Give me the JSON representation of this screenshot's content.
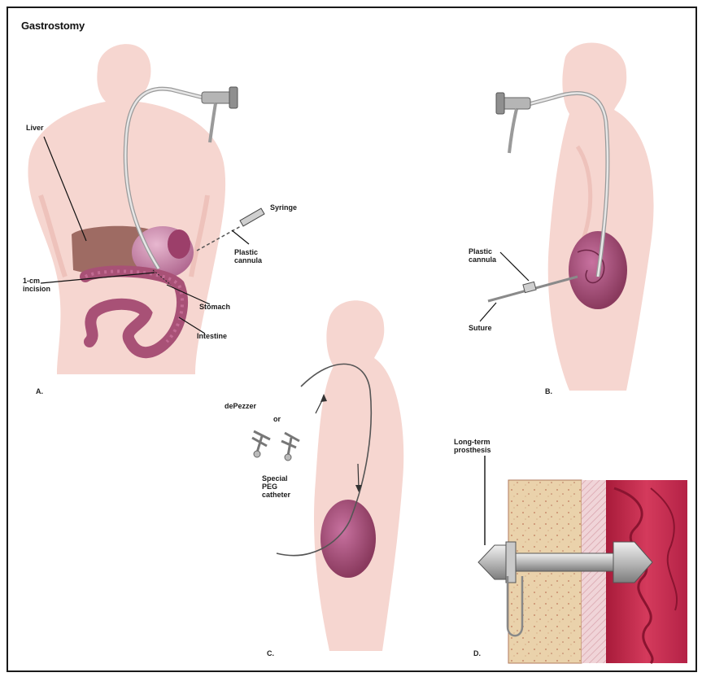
{
  "figure": {
    "title": "Gastrostomy"
  },
  "panels": [
    {
      "id": "A",
      "label": "A."
    },
    {
      "id": "B",
      "label": "B."
    },
    {
      "id": "C",
      "label": "C."
    },
    {
      "id": "D",
      "label": "D."
    }
  ],
  "labels": {
    "liver": "Liver",
    "syringe": "Syringe",
    "plastic_cannula_a": "Plastic\ncannula",
    "incision": "1-cm\nincision",
    "stomach": "Stomach",
    "intestine": "Intestine",
    "plastic_cannula_b": "Plastic\ncannula",
    "suture": "Suture",
    "depezzer": "dePezzer",
    "or": "or",
    "peg": "Special\nPEG\ncatheter",
    "prosthesis": "Long-term\nprosthesis"
  },
  "colors": {
    "skin": "#f6d6d0",
    "skin_dark": "#eec2bb",
    "liver": "#9e6b63",
    "stomach": "#b1567f",
    "stomach_dark": "#8a3a5e",
    "intestine": "#a85176",
    "tissue_red": "#c8284a",
    "fat": "#e9cfa8",
    "tube": "#dcdcdc"
  }
}
